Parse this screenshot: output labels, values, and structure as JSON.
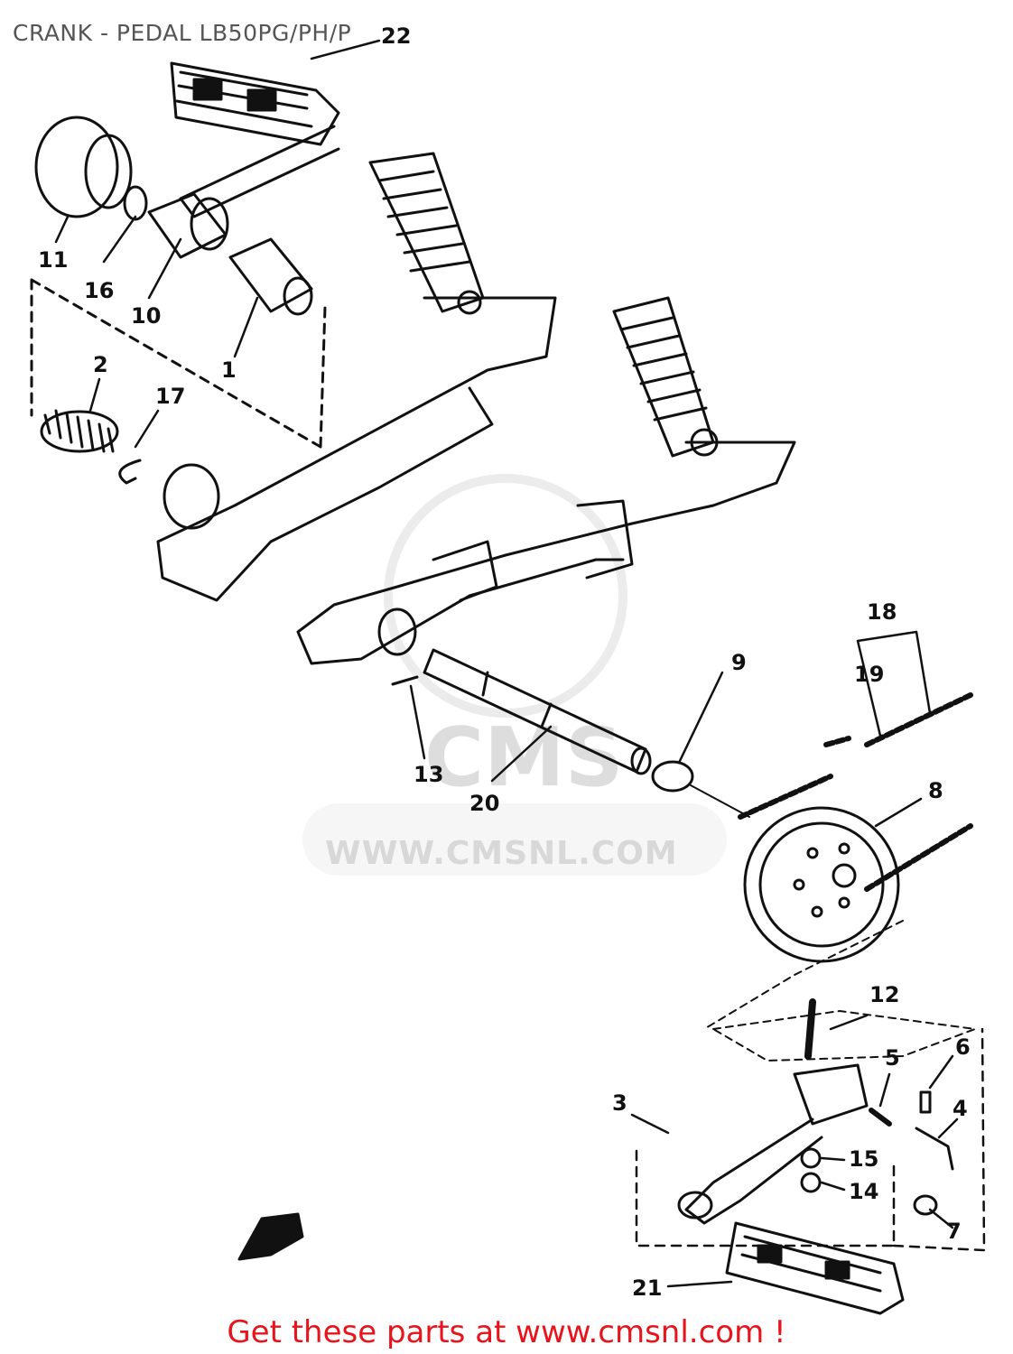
{
  "title": "CRANK - PEDAL LB50PG/PH/P",
  "footer": "Get these parts at www.cmsnl.com !",
  "watermark": "WWW.CMSNL.COM",
  "watermark_logo_text": "CMS",
  "colors": {
    "footer": "#e8141c",
    "title": "#555555",
    "lines": "#111111",
    "watermark": "#d8d8d8"
  },
  "callouts": [
    {
      "id": "22",
      "label": "22"
    },
    {
      "id": "11",
      "label": "11"
    },
    {
      "id": "16",
      "label": "16"
    },
    {
      "id": "10",
      "label": "10"
    },
    {
      "id": "1",
      "label": "1"
    },
    {
      "id": "2",
      "label": "2"
    },
    {
      "id": "17",
      "label": "17"
    },
    {
      "id": "18",
      "label": "18"
    },
    {
      "id": "19",
      "label": "19"
    },
    {
      "id": "9",
      "label": "9"
    },
    {
      "id": "13",
      "label": "13"
    },
    {
      "id": "20",
      "label": "20"
    },
    {
      "id": "8",
      "label": "8"
    },
    {
      "id": "12",
      "label": "12"
    },
    {
      "id": "3",
      "label": "3"
    },
    {
      "id": "5",
      "label": "5"
    },
    {
      "id": "6",
      "label": "6"
    },
    {
      "id": "4",
      "label": "4"
    },
    {
      "id": "15",
      "label": "15"
    },
    {
      "id": "14",
      "label": "14"
    },
    {
      "id": "7",
      "label": "7"
    },
    {
      "id": "21",
      "label": "21"
    }
  ]
}
